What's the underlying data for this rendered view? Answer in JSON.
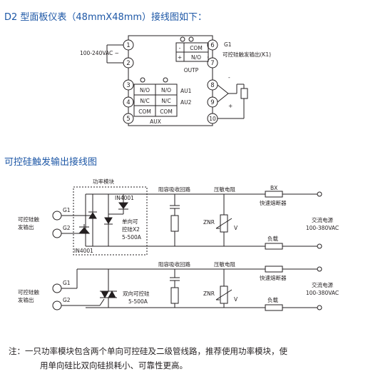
{
  "headings": {
    "wiring": "D2 型面板仪表（48mmX48mm）接线图如下：",
    "scr_wiring": "可控硅触发输出接线图"
  },
  "meter": {
    "power_label": "100-240VAC ~",
    "terminals": [
      "1",
      "2",
      "3",
      "4",
      "5",
      "6",
      "7",
      "8",
      "9",
      "10"
    ],
    "output_relay": {
      "rows": [
        [
          "-",
          "COM"
        ],
        [
          "+",
          "N/O"
        ]
      ],
      "caption": "OUTP",
      "g1": "G1",
      "trigger": "可控硅触发输出(K1)"
    },
    "aux": {
      "rows": [
        [
          "N/O",
          "N/O"
        ],
        [
          "N/C",
          "N/C"
        ],
        [
          "COM",
          "COM"
        ]
      ],
      "au1": "AU1",
      "au2": "AU2",
      "caption": "AUX"
    },
    "input_minus": "-",
    "input_plus": "+"
  },
  "circuit1": {
    "module_label": "功率模块",
    "diode_top": "IN4001",
    "diode_bottom": "IN4001",
    "scr_label": [
      "单向可",
      "控硅X2",
      "5-500A"
    ],
    "g1": "G1",
    "g2": "G2",
    "input_label": [
      "可控硅触",
      "发输出"
    ],
    "rc_label": "阻容吸收回路",
    "varistor_label": "压敏电阻",
    "znr": "ZNR",
    "v": "V",
    "fuse": "BX",
    "fuse_label": "快速熔断器",
    "load": "负载",
    "supply": [
      "交流电源",
      "100-380VAC"
    ]
  },
  "circuit2": {
    "rc_label": "阻容吸收回路",
    "varistor_label": "压敏电阻",
    "g1": "G1",
    "g2": "G2",
    "input_label": [
      "可控硅触",
      "发输出"
    ],
    "triac_label": [
      "双向可控硅",
      "5-500A"
    ],
    "znr": "ZNR",
    "v": "V",
    "fuse_label": "快速熔断器",
    "load": "负载",
    "supply": [
      "交流电源",
      "100-380VAC"
    ]
  },
  "note": {
    "line1": "注：一只功率模块包含两个单向可控硅及二级管线路，推荐使用功率模块，使",
    "line2": "用单向硅比双向硅损耗小、可靠性更高。"
  }
}
